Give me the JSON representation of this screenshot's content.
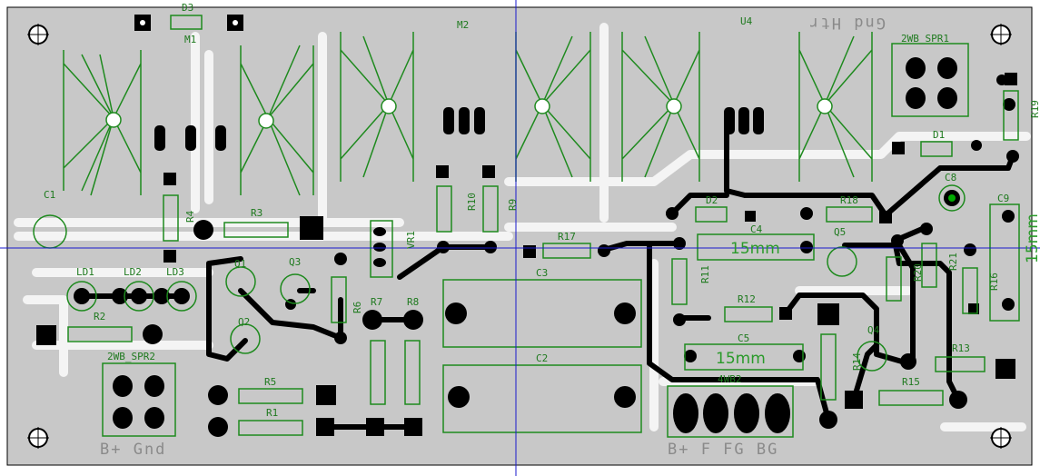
{
  "board": {
    "labels": {
      "d3": "D3",
      "m1": "M1",
      "m2": "M2",
      "u4": "U4",
      "gnd_htr": "Gnd Htr",
      "spr1": "2WB_SPR1",
      "spr2": "2WB_SPR2",
      "d1": "D1",
      "d2": "D2",
      "c1": "C1",
      "c2": "C2",
      "c3": "C3",
      "c4": "C4",
      "c5": "C5",
      "c8": "C8",
      "c9": "C9",
      "r1": "R1",
      "r2": "R2",
      "r3": "R3",
      "r4": "R4",
      "r5": "R5",
      "r6": "R6",
      "r7": "R7",
      "r8": "R8",
      "r9": "R9",
      "r10": "R10",
      "r11": "R11",
      "r12": "R12",
      "r13": "R13",
      "r14": "R14",
      "r15": "R15",
      "r16": "R16",
      "r17": "R17",
      "r18": "R18",
      "r19": "R19",
      "r20": "R20",
      "r21": "R21",
      "vr1": "VR1",
      "q1": "Q1",
      "q2": "Q2",
      "q3": "Q3",
      "q4": "Q4",
      "q5": "Q5",
      "ld1": "LD1",
      "ld2": "LD2",
      "ld3": "LD3",
      "wb4": "4WB2",
      "cap_15mm": "15mm",
      "bplus_gnd": "B+  Gnd",
      "bplus_f_fg_bg": "B+  F  FG  BG"
    }
  }
}
